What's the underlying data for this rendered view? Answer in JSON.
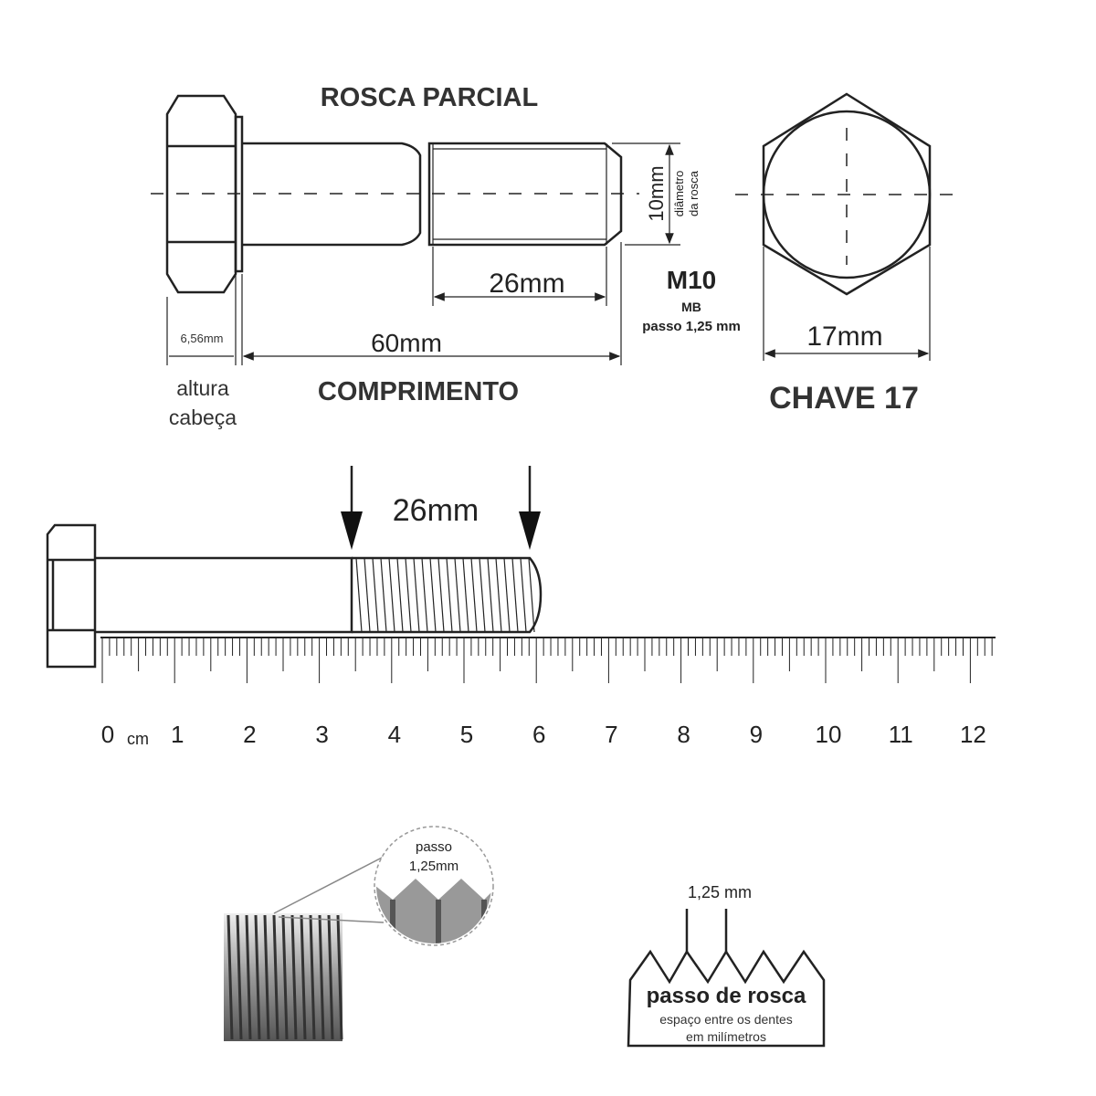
{
  "top_view": {
    "title": "ROSCA PARCIAL",
    "length_label": "COMPRIMENTO",
    "head_height_caption": [
      "altura",
      "cabeça"
    ],
    "head_height": "6,56mm",
    "length": "60mm",
    "thread_length": "26mm",
    "diameter": "10mm",
    "diameter_caption": [
      "diâmetro",
      "da rosca"
    ],
    "spec": {
      "size": "M10",
      "type": "MB",
      "pitch": "passo 1,25 mm"
    },
    "wrench_size": "17mm",
    "wrench_label": "CHAVE 17"
  },
  "ruler_view": {
    "thread_length": "26mm",
    "unit": "cm",
    "scale_labels": [
      "0",
      "1",
      "2",
      "3",
      "4",
      "5",
      "6",
      "7",
      "8",
      "9",
      "10",
      "11",
      "12"
    ]
  },
  "thread_detail": {
    "magnifier_label": [
      "passo",
      "1,25mm"
    ],
    "pitch": "1,25 mm",
    "pitch_title": "passo de rosca",
    "pitch_caption": [
      "espaço entre os dentes",
      "em milímetros"
    ]
  }
}
